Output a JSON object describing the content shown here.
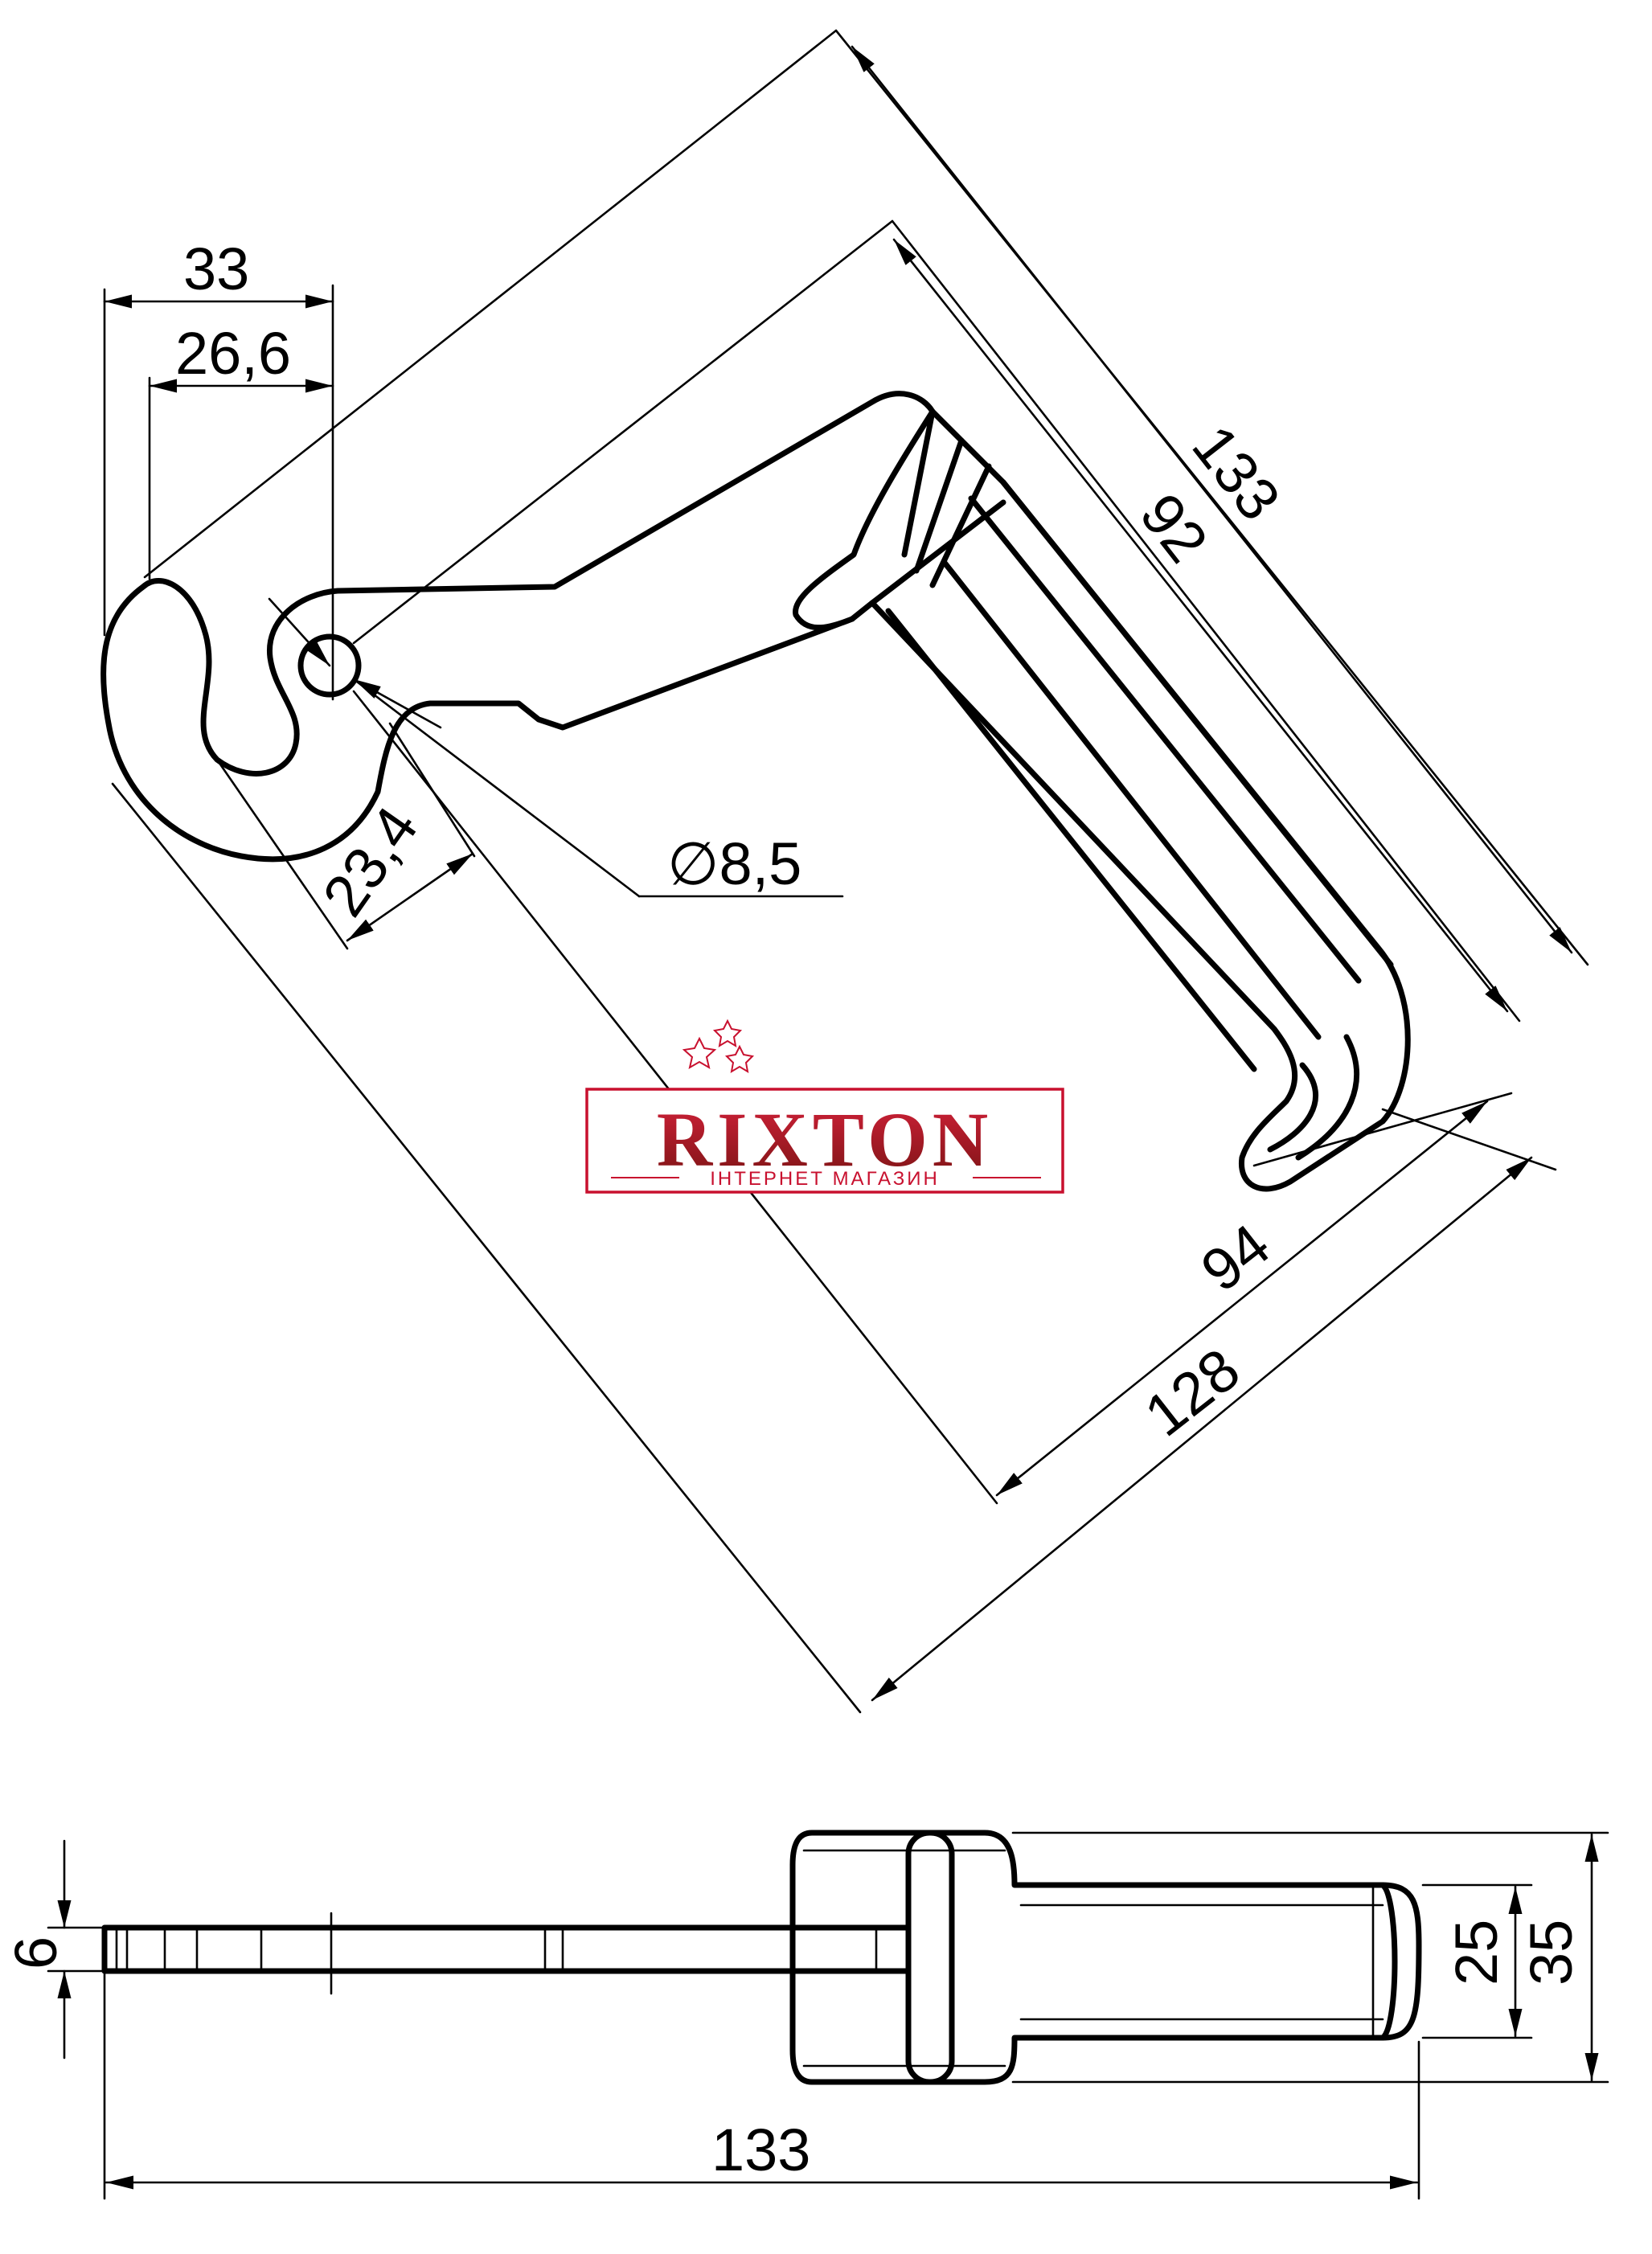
{
  "dimensions": {
    "width_33": "33",
    "width_26_6": "26,6",
    "diag_133": "133",
    "diag_92": "92",
    "hook_23_4": "23,4",
    "hole_dia": "∅8,5",
    "depth_94": "94",
    "length_128": "128",
    "thickness_6": "6",
    "handle_25": "25",
    "handle_35": "35",
    "total_133": "133"
  },
  "watermark": {
    "brand": "RIXTON",
    "subtitle": "ІНТЕРНЕТ МАГАЗИН",
    "colors": {
      "primary": "#c8102e",
      "dark": "#8b1a1a"
    },
    "icon": "star-icon"
  }
}
